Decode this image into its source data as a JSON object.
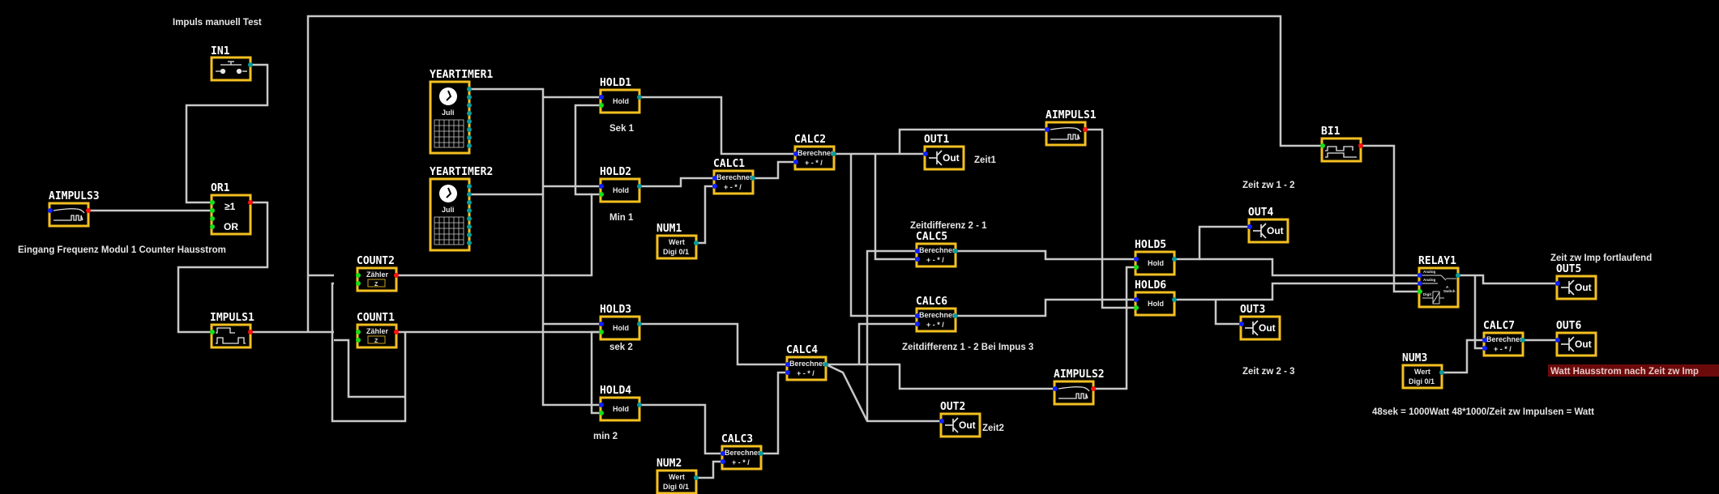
{
  "app": {
    "title": "Logic diagram – Hausstrom counter",
    "background": "#000000",
    "block_border": "#f4c020",
    "wire_color": "#c8c8c8"
  },
  "port_colors": {
    "digital_in": "#16e016",
    "analog_in": "#1020ff",
    "digital_out": "#ff1010",
    "analog_out": "#0a9a9a"
  },
  "notes": {
    "impuls_test": "Impuls manuell Test",
    "eingang": "Eingang Frequenz Modul 1 Counter Hausstrom",
    "sek1": "Sek 1",
    "min1": "Min 1",
    "sek2": "sek 2",
    "min2": "min 2",
    "zeit1": "Zeit1",
    "zeit2": "Zeit2",
    "zeitdiff21": "Zeitdifferenz 2 - 1",
    "zeitdiff12": "Zeitdifferenz 1 - 2 Bei Impus 3",
    "zeit12": "Zeit zw 1 - 2",
    "zeit23": "Zeit zw 2 - 3",
    "zeit_imp": "Zeit zw Imp fortlaufend",
    "watt_note": "Watt Hausstrom nach Zeit zw Imp",
    "watt_note_bg": "#6b0a0a",
    "formula": "48sek = 1000Watt 48*1000/Zeit zw Impulsen = Watt"
  },
  "blocks": {
    "in1": {
      "label": "IN1",
      "type": "push-button"
    },
    "or1": {
      "label": "OR1",
      "symbol": "≥1",
      "text": "OR"
    },
    "aimpuls3": {
      "label": "AIMPULS3",
      "type": "analog-pulse"
    },
    "impuls1": {
      "label": "IMPULS1",
      "type": "pulse"
    },
    "count1": {
      "label": "COUNT1",
      "text": "Zähler",
      "sub": "Z"
    },
    "count2": {
      "label": "COUNT2",
      "text": "Zähler",
      "sub": "Z"
    },
    "yeartimer1": {
      "label": "YEARTIMER1",
      "month": "Juli"
    },
    "yeartimer2": {
      "label": "YEARTIMER2",
      "month": "Juli"
    },
    "hold1": {
      "label": "HOLD1",
      "text": "Hold"
    },
    "hold2": {
      "label": "HOLD2",
      "text": "Hold"
    },
    "hold3": {
      "label": "HOLD3",
      "text": "Hold"
    },
    "hold4": {
      "label": "HOLD4",
      "text": "Hold"
    },
    "hold5": {
      "label": "HOLD5",
      "text": "Hold"
    },
    "hold6": {
      "label": "HOLD6",
      "text": "Hold"
    },
    "num1": {
      "label": "NUM1",
      "line1": "Wert",
      "line2": "Digi 0/1"
    },
    "num2": {
      "label": "NUM2",
      "line1": "Wert",
      "line2": "Digi 0/1"
    },
    "num3": {
      "label": "NUM3",
      "line1": "Wert",
      "line2": "Digi 0/1"
    },
    "calc1": {
      "label": "CALC1",
      "line1": "Berechner",
      "line2": "+ - * /"
    },
    "calc2": {
      "label": "CALC2",
      "line1": "Berechner",
      "line2": "+ - * /"
    },
    "calc3": {
      "label": "CALC3",
      "line1": "Berechner",
      "line2": "+ - * /"
    },
    "calc4": {
      "label": "CALC4",
      "line1": "Berechner",
      "line2": "+ - * /"
    },
    "calc5": {
      "label": "CALC5",
      "line1": "Berechner",
      "line2": "+ - * /"
    },
    "calc6": {
      "label": "CALC6",
      "line1": "Berechner",
      "line2": "+ - * /"
    },
    "calc7": {
      "label": "CALC7",
      "line1": "Berechner",
      "line2": "+ - * /"
    },
    "aimpuls1": {
      "label": "AIMPULS1",
      "type": "analog-pulse"
    },
    "aimpuls2": {
      "label": "AIMPULS2",
      "type": "analog-pulse"
    },
    "out1": {
      "label": "OUT1",
      "text": "Out"
    },
    "out2": {
      "label": "OUT2",
      "text": "Out"
    },
    "out3": {
      "label": "OUT3",
      "text": "Out"
    },
    "out4": {
      "label": "OUT4",
      "text": "Out"
    },
    "out5": {
      "label": "OUT5",
      "text": "Out"
    },
    "out6": {
      "label": "OUT6",
      "text": "Out"
    },
    "bi1": {
      "label": "BI1",
      "type": "bistable"
    },
    "relay1": {
      "label": "RELAY1",
      "in1": "Analog",
      "in2": "Analog",
      "in3": "Digit",
      "text1": "A",
      "text2": "Switch"
    }
  }
}
